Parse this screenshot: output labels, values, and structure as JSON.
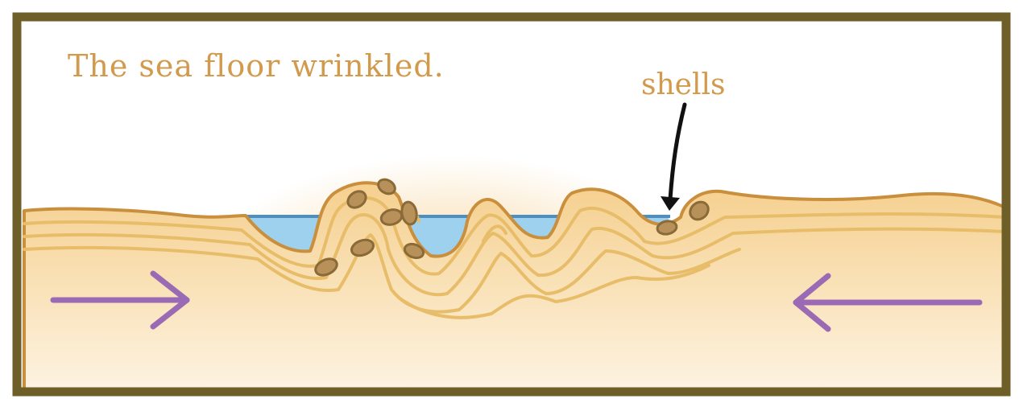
{
  "diagram": {
    "title": "The sea floor wrinkled.",
    "shells_label": "shells"
  },
  "colors": {
    "border": "#6e5f29",
    "text": "#d19a4c",
    "sand_top": "#f7d9a4",
    "sand_bottom": "#fdf0dc",
    "sand_outline": "#c98f3c",
    "layer_line": "#e8bd6a",
    "water": "#9dd1ee",
    "water_line": "#4f8fc0",
    "shell_fill": "#b8915a",
    "shell_outline": "#8a6a36",
    "arrow": "#9a6ab5",
    "pointer": "#111111"
  },
  "arrows": {
    "left": "arrow-right",
    "right": "arrow-left"
  }
}
